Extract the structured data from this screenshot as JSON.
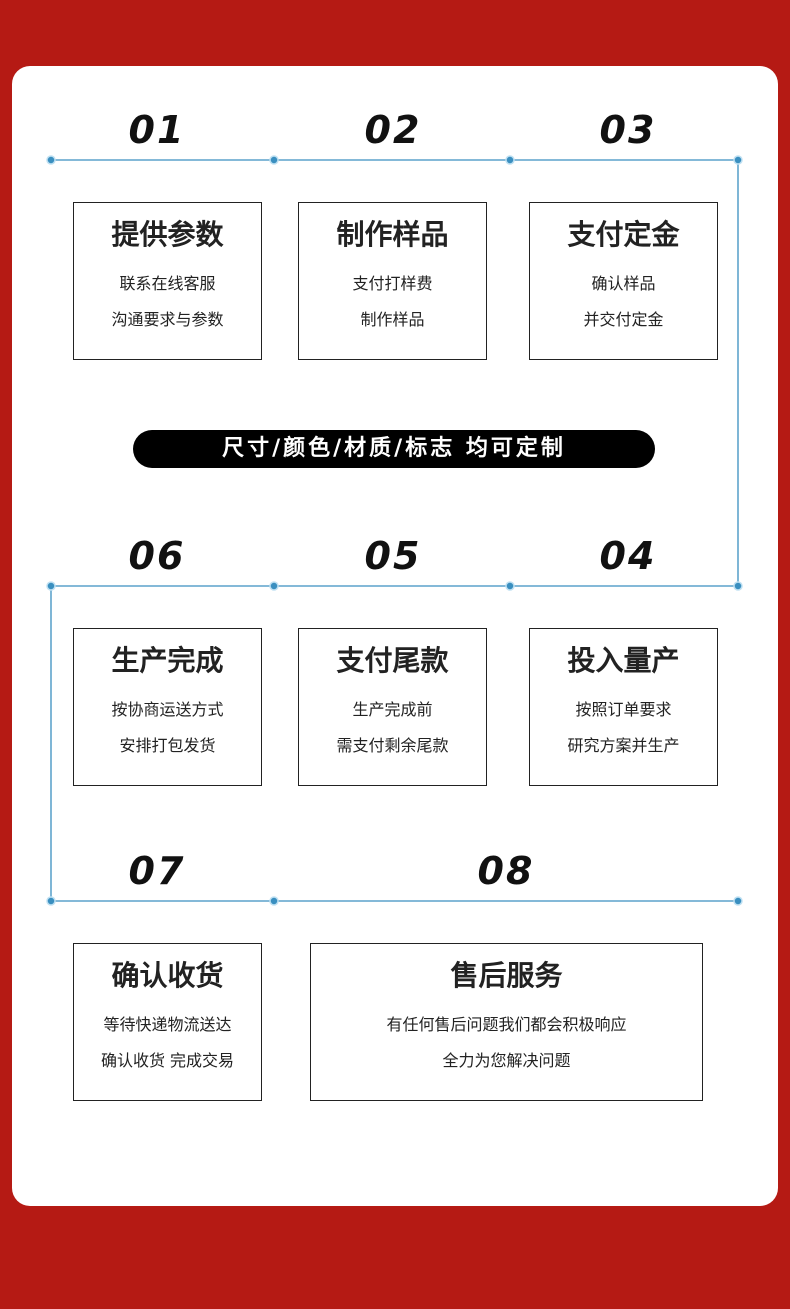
{
  "banner": "尺寸/颜色/材质/标志 均可定制",
  "accent_color": "#3a8fc0",
  "background_color": "#b51a14",
  "steps": [
    {
      "num": "01",
      "title": "提供参数",
      "line1": "联系在线客服",
      "line2": "沟通要求与参数"
    },
    {
      "num": "02",
      "title": "制作样品",
      "line1": "支付打样费",
      "line2": "制作样品"
    },
    {
      "num": "03",
      "title": "支付定金",
      "line1": "确认样品",
      "line2": "并交付定金"
    },
    {
      "num": "04",
      "title": "投入量产",
      "line1": "按照订单要求",
      "line2": "研究方案并生产"
    },
    {
      "num": "05",
      "title": "支付尾款",
      "line1": "生产完成前",
      "line2": "需支付剩余尾款"
    },
    {
      "num": "06",
      "title": "生产完成",
      "line1": "按协商运送方式",
      "line2": "安排打包发货"
    },
    {
      "num": "07",
      "title": "确认收货",
      "line1": "等待快递物流送达",
      "line2": "确认收货 完成交易"
    },
    {
      "num": "08",
      "title": "售后服务",
      "line1": "有任何售后问题我们都会积极响应",
      "line2": "全力为您解决问题"
    }
  ]
}
